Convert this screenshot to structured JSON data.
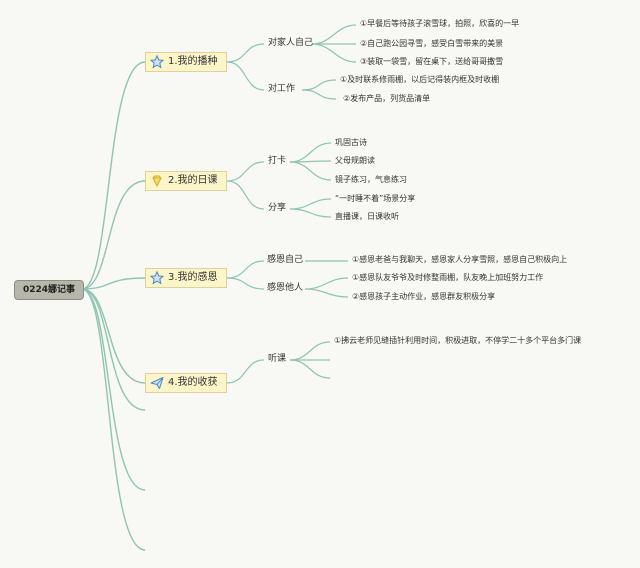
{
  "root": {
    "label": "0224娜记事"
  },
  "branches": [
    {
      "label": "1.我的播种",
      "icon": "star-outline-icon",
      "groups": [
        {
          "label": "对家人自己",
          "items": [
            "①早餐后等待孩子滚雪球，拍照，欣喜的一早",
            "②自己跑公园寻雪，感受白雪带来的美景",
            "③装取一袋雪，留在桌下，送给哥哥撒雪"
          ]
        },
        {
          "label": "对工作",
          "items": [
            "①及时联系修雨棚，以后记得装内框及时收棚",
            "②发布产品，列货品清单"
          ]
        }
      ]
    },
    {
      "label": "2.我的日课",
      "icon": "diamond-icon",
      "groups": [
        {
          "label": "打卡",
          "items": [
            "巩固古诗",
            "父母规朗读",
            "镜子练习，气息练习"
          ]
        },
        {
          "label": "分享",
          "items": [
            "“一时睡不着”场景分享",
            "直播课，日课收听"
          ]
        }
      ]
    },
    {
      "label": "3.我的感恩",
      "icon": "star-outline-icon",
      "groups": [
        {
          "label": "感恩自己",
          "items": [
            "①感恩老爸与我聊天，感恩家人分享雪照，感恩自己积极向上"
          ]
        },
        {
          "label": "感恩他人",
          "items": [
            "①感恩队友爷爷及时修整雨棚，队友晚上加班努力工作",
            "②感恩孩子主动作业，感恩群友积极分享"
          ]
        }
      ]
    },
    {
      "label": "4.我的收获",
      "icon": "paper-plane-icon",
      "groups": [
        {
          "label": "听课",
          "items": [
            "①拂云老师见缝插针利用时间，积极进取，不停学二十多个平台多门课",
            "",
            ""
          ]
        }
      ]
    },
    {
      "label": "",
      "groups": []
    },
    {
      "label": "",
      "groups": []
    },
    {
      "label": "",
      "groups": []
    }
  ],
  "colors": {
    "connector": "#8fc4b0",
    "box_fill": "#fbf5c8",
    "box_border": "#dcd29a",
    "root_fill": "#b7b7a9",
    "icon_blue": "#4a86c8",
    "icon_yellow": "#e7c94a"
  }
}
